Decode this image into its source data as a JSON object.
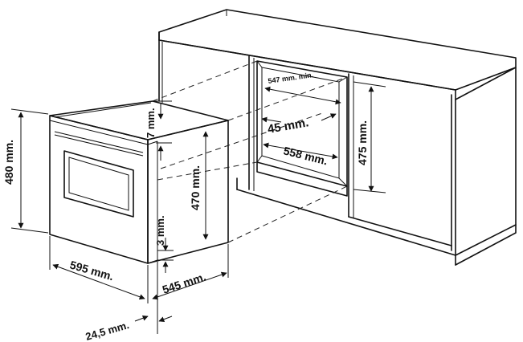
{
  "diagram": {
    "labels": {
      "height_480": "480 mm.",
      "width_595": "595 mm.",
      "depth_545": "545 mm.",
      "gap_7": "7 mm.",
      "height_470": "470 mm.",
      "gap_3": "3 mm.",
      "front_245": "24,5 mm.",
      "min_547": "547 mm. min.",
      "depth_45": "45 mm.",
      "width_558": "558 mm.",
      "height_475": "475 mm."
    },
    "colors": {
      "line": "#111111",
      "background": "#ffffff"
    }
  }
}
